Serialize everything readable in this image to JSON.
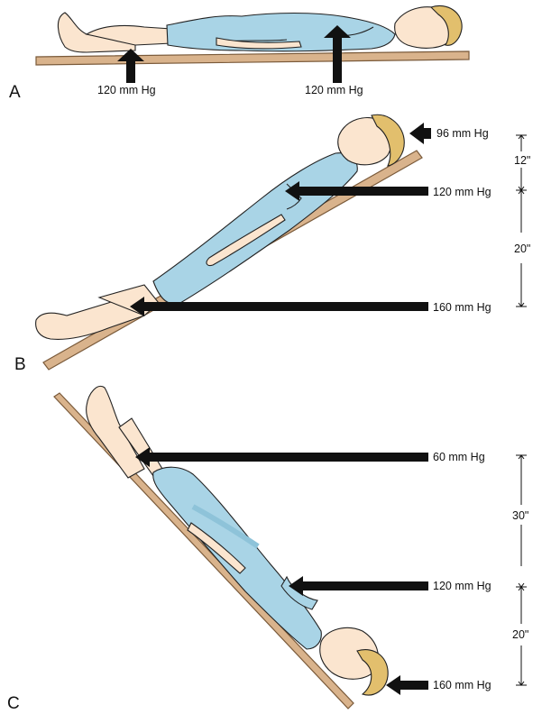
{
  "colors": {
    "board": "#d9b38c",
    "board_edge": "#7a5a3a",
    "gown": "#a9d4e6",
    "gown_shade": "#8ec3d9",
    "skin": "#fbe5cf",
    "hair": "#e2bf6d",
    "outline": "#222222",
    "arrow": "#111111"
  },
  "panels": [
    {
      "letter": "A",
      "pressures": [
        "120 mm Hg",
        "120 mm Hg"
      ]
    },
    {
      "letter": "B",
      "pressures": [
        "96 mm Hg",
        "120 mm Hg",
        "160 mm Hg"
      ],
      "distances": [
        "12\"",
        "20\""
      ]
    },
    {
      "letter": "C",
      "pressures": [
        "60 mm Hg",
        "120 mm Hg",
        "160 mm Hg"
      ],
      "distances": [
        "30\"",
        "20\""
      ]
    }
  ]
}
